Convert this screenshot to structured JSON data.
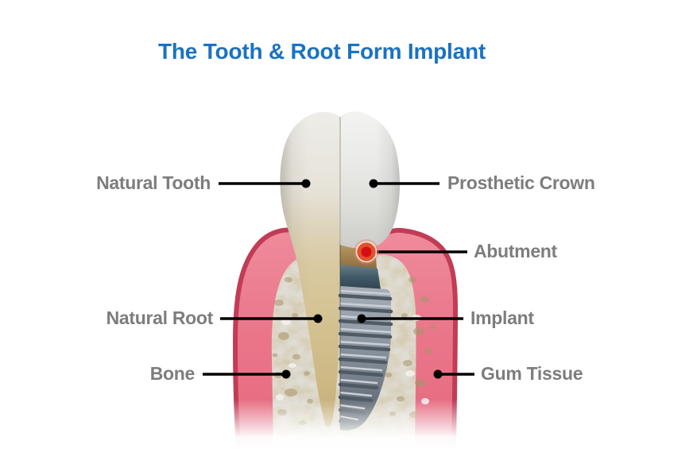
{
  "title": {
    "text": "The Tooth & Root Form Implant"
  },
  "labels": [
    {
      "id": "natural-tooth",
      "text": "Natural Tooth"
    },
    {
      "id": "prosthetic-crown",
      "text": "Prosthetic Crown"
    },
    {
      "id": "abutment",
      "text": "Abutment"
    },
    {
      "id": "natural-root",
      "text": "Natural Root"
    },
    {
      "id": "implant",
      "text": "Implant"
    },
    {
      "id": "bone",
      "text": "Bone"
    },
    {
      "id": "gum-tissue",
      "text": "Gum Tissue"
    }
  ],
  "colors": {
    "title_blue": "#1b72c1",
    "label_gray": "#7d7d7d",
    "leader_line": "#000000",
    "callout_dot": "#000000",
    "marker_red_core": "#d40f12",
    "marker_red_ring": "#e0512d",
    "gum_pink": "#ec8496",
    "gum_rim": "#c13c55",
    "bone_white": "#dfdcd4",
    "bone_speckle": "#a8966a",
    "root_tan": "#d3c091",
    "enamel_white": "#efefed",
    "implant_gray": "#8e98a2",
    "abutment_gold": "#a3804f",
    "collar_slate": "#355059"
  }
}
